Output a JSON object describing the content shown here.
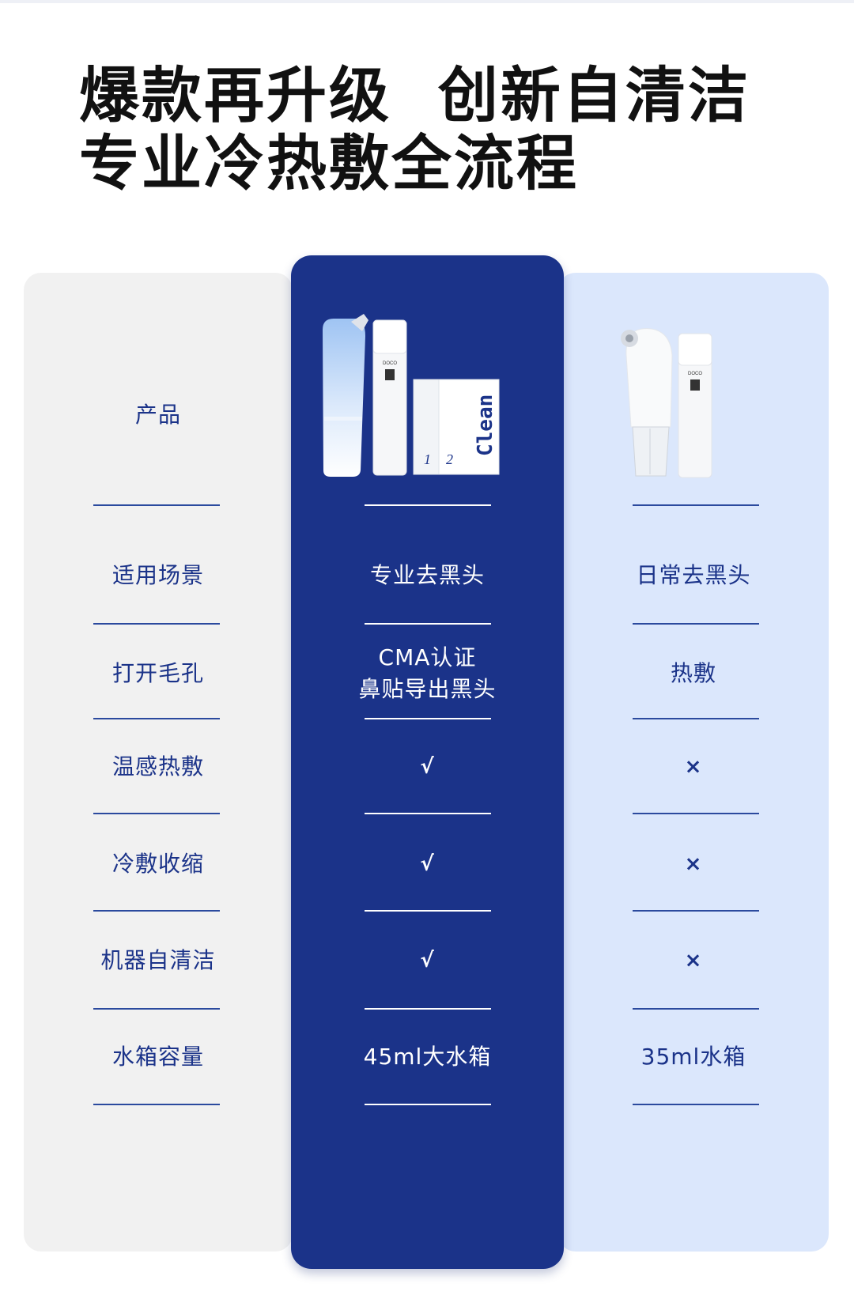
{
  "headline": {
    "line1": "爆款再升级  创新自清洁",
    "line2": "专业冷热敷全流程"
  },
  "table": {
    "rows": [
      {
        "label": "产品",
        "pro": "",
        "basic": ""
      },
      {
        "label": "适用场景",
        "pro": "专业去黑头",
        "basic": "日常去黑头"
      },
      {
        "label": "打开毛孔",
        "pro": "CMA认证\n鼻贴导出黑头",
        "basic": "热敷"
      },
      {
        "label": "温感热敷",
        "pro": "√",
        "basic": "×"
      },
      {
        "label": "冷敷收缩",
        "pro": "√",
        "basic": "×"
      },
      {
        "label": "机器自清洁",
        "pro": "√",
        "basic": "×"
      },
      {
        "label": "水箱容量",
        "pro": "45ml大水箱",
        "basic": "35ml水箱"
      }
    ]
  },
  "product_images": {
    "pro": {
      "brand": "DOCO",
      "patch_word": "Clean",
      "patch_numbers": [
        "1",
        "2"
      ]
    },
    "basic": {
      "brand": "DOCO"
    }
  },
  "colors": {
    "accent": "#1b3389",
    "left_bg": "#f1f1f1",
    "right_bg": "#dbe7fc"
  }
}
